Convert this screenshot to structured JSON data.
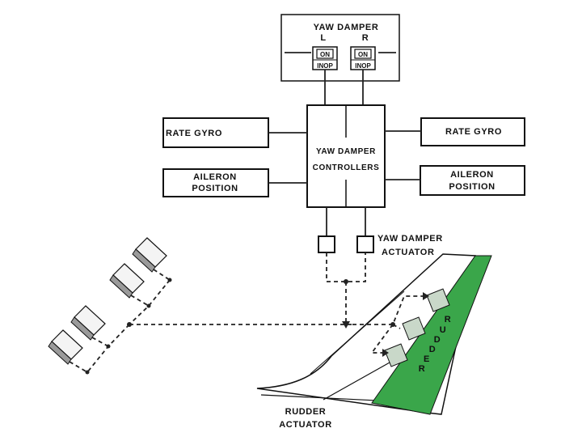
{
  "panel": {
    "title": "YAW DAMPER",
    "left_label": "L",
    "right_label": "R",
    "switch_on": "ON",
    "switch_inop": "INOP"
  },
  "controllers": {
    "line1": "YAW DAMPER",
    "line2": "CONTROLLERS"
  },
  "left_rate_gyro": "RATE GYRO",
  "right_rate_gyro": "RATE GYRO",
  "left_aileron": {
    "line1": "AILERON",
    "line2": "POSITION"
  },
  "right_aileron": {
    "line1": "AILERON",
    "line2": "POSITION"
  },
  "actuator_label": {
    "line1": "YAW DAMPER",
    "line2": "ACTUATOR"
  },
  "rudder_label": [
    "R",
    "U",
    "D",
    "D",
    "E",
    "R"
  ],
  "rudder_actuator_label": {
    "line1": "RUDDER",
    "line2": "ACTUATOR"
  },
  "colors": {
    "rudder_green": "#3aa64a",
    "actuator_fill": "#c9d8c9",
    "line": "#222222"
  }
}
